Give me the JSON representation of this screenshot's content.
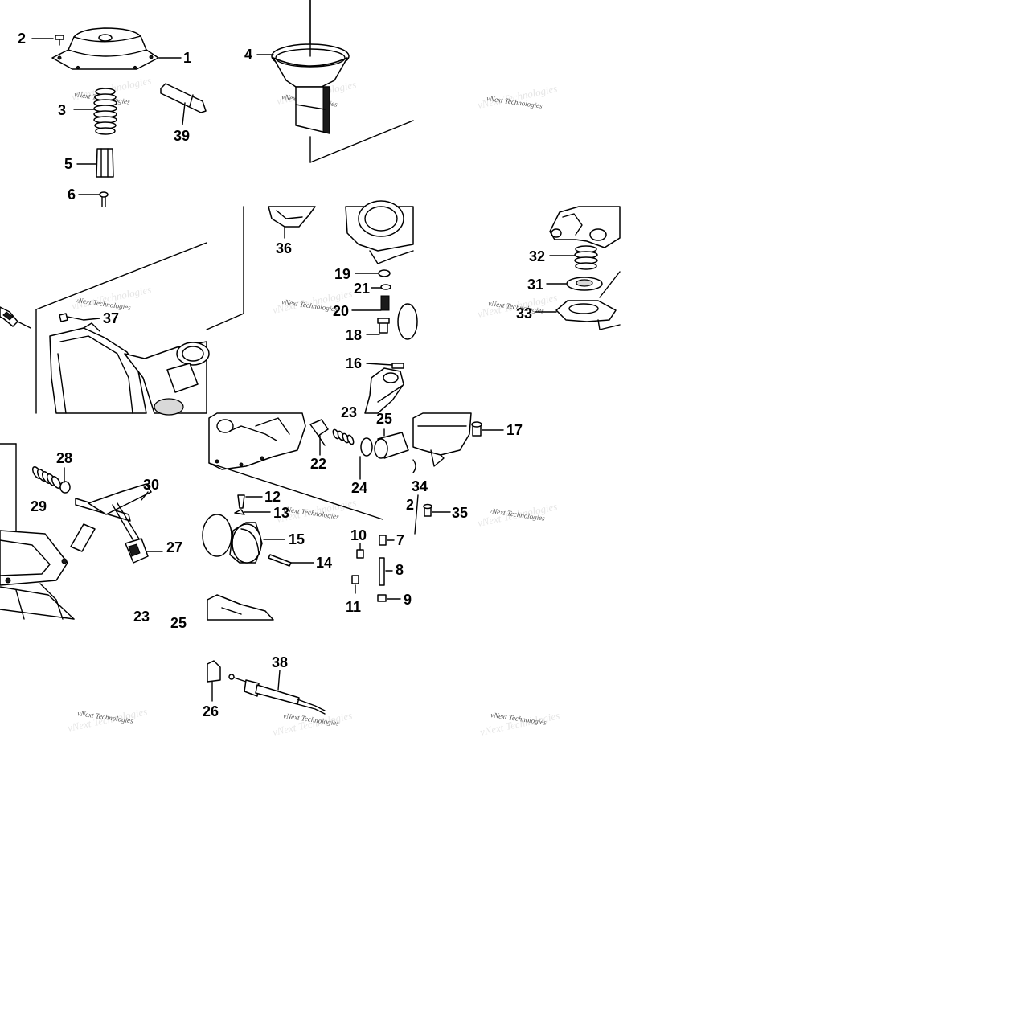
{
  "diagram": {
    "callouts": {
      "c1": "1",
      "c2": "2",
      "c3": "3",
      "c4": "4",
      "c5": "5",
      "c6": "6",
      "c7": "7",
      "c8": "8",
      "c9": "9",
      "c10": "10",
      "c11": "11",
      "c12": "12",
      "c13": "13",
      "c14": "14",
      "c15": "15",
      "c16": "16",
      "c17": "17",
      "c18": "18",
      "c19": "19",
      "c20": "20",
      "c21": "21",
      "c22": "22",
      "c23": "23",
      "c24": "24",
      "c25": "25",
      "c25b": "25",
      "c26": "26",
      "c27": "27",
      "c28": "28",
      "c29": "29",
      "c30": "30",
      "c31": "31",
      "c32": "32",
      "c33": "33",
      "c34": "34",
      "c35": "35",
      "c36": "36",
      "c37": "37",
      "c38": "38",
      "c39": "39",
      "c2b": "2"
    },
    "watermark": "vNext Technologies"
  }
}
